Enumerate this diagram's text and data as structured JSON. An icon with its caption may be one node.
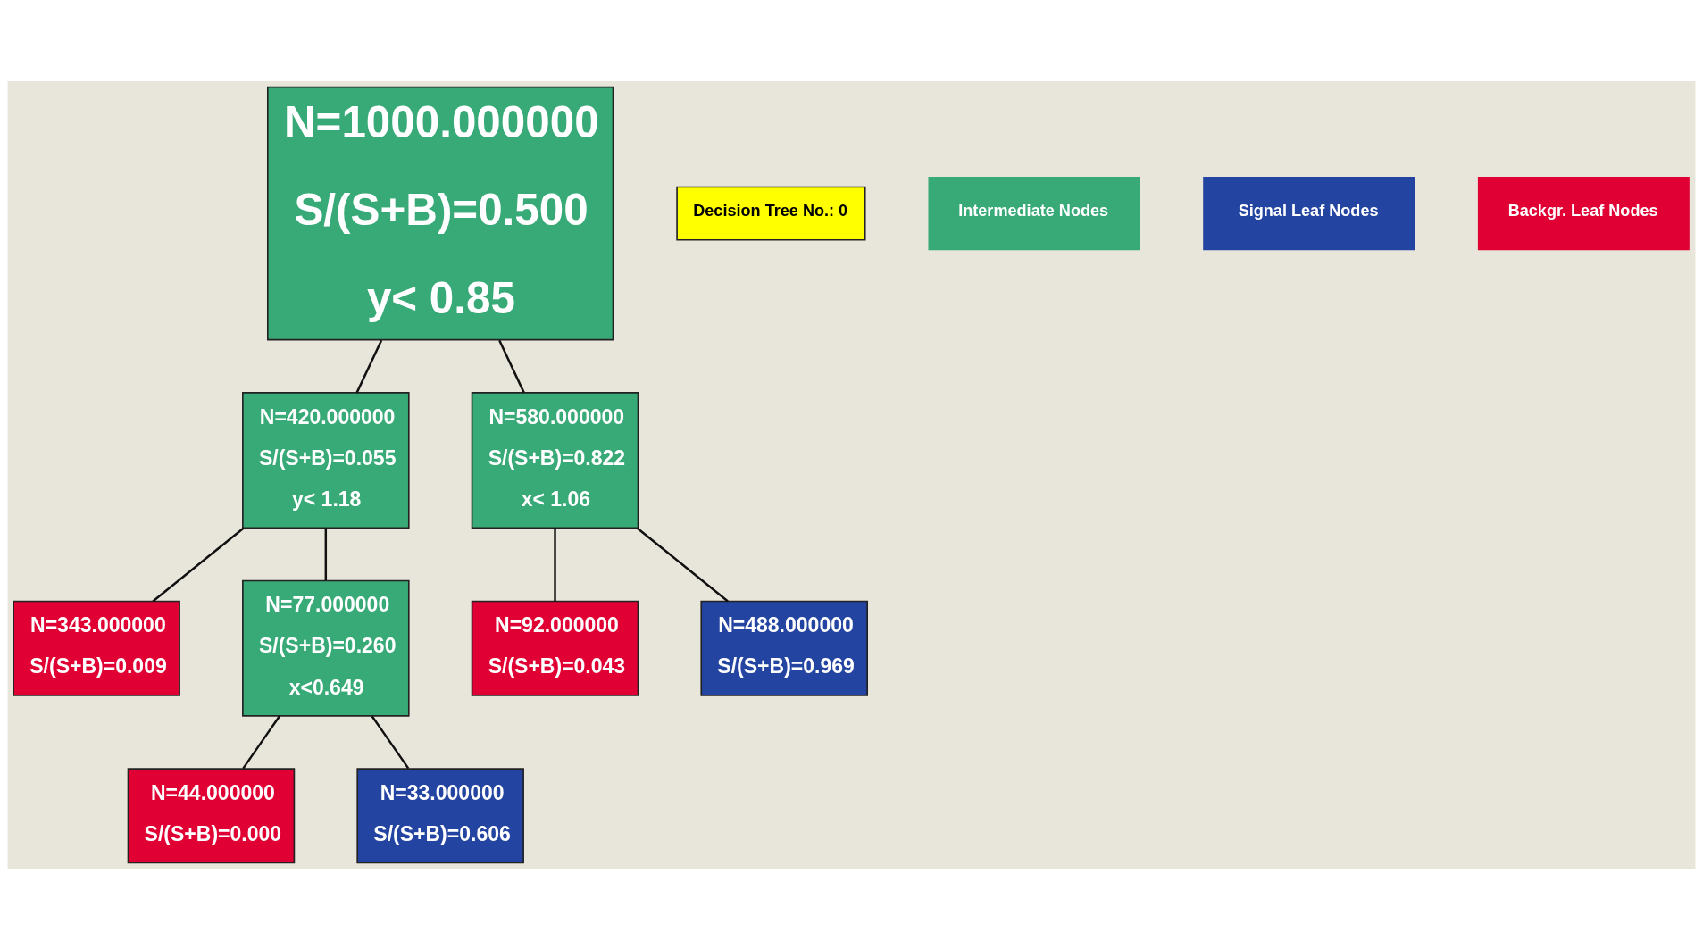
{
  "diagram": {
    "nodes": [
      {
        "text": [
          "N=1000.000000",
          "S/(S+B)=0.500",
          "y< 0.85"
        ]
      },
      {
        "text": [
          "N=420.000000",
          "S/(S+B)=0.055",
          "y< 1.18"
        ]
      },
      {
        "text": [
          "N=580.000000",
          "S/(S+B)=0.822",
          "x< 1.06"
        ]
      },
      {
        "text": [
          "N=343.000000",
          "S/(S+B)=0.009"
        ]
      },
      {
        "text": [
          "N=77.000000",
          "S/(S+B)=0.260",
          "x<0.649"
        ]
      },
      {
        "text": [
          "N=92.000000",
          "S/(S+B)=0.043"
        ]
      },
      {
        "text": [
          "N=488.000000",
          "S/(S+B)=0.969"
        ]
      },
      {
        "text": [
          "N=44.000000",
          "S/(S+B)=0.000"
        ]
      },
      {
        "text": [
          "N=33.000000",
          "S/(S+B)=0.606"
        ]
      },
      {
        "text": [
          "Decision Tree No.: 0"
        ]
      }
    ],
    "edges": [
      {
        "from": 0,
        "to": 1,
        "arrow": "none"
      },
      {
        "from": 0,
        "to": 2,
        "arrow": "none"
      },
      {
        "from": 1,
        "to": 3,
        "arrow": "none"
      },
      {
        "from": 1,
        "to": 4,
        "arrow": "none"
      },
      {
        "from": 4,
        "to": 7,
        "arrow": "none"
      },
      {
        "from": 4,
        "to": 8,
        "arrow": "none"
      },
      {
        "from": 2,
        "to": 5,
        "arrow": "none"
      },
      {
        "from": 2,
        "to": 6,
        "arrow": "none"
      }
    ],
    "legend": [
      {
        "text": "Intermediate Nodes",
        "color": "#38aa78"
      },
      {
        "text": "Signal Leaf Nodes",
        "color": "#2344a0"
      },
      {
        "text": "Backgr. Leaf Nodes",
        "color": "#e00034"
      }
    ]
  }
}
